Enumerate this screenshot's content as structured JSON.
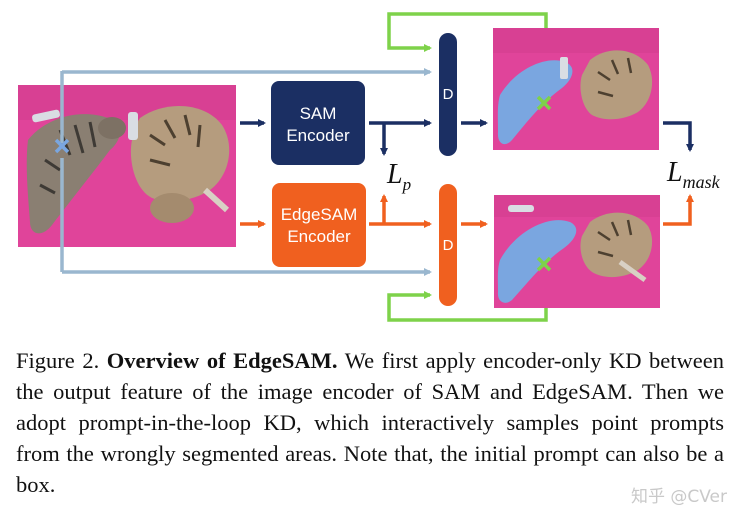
{
  "diagram": {
    "sam_encoder": {
      "line1": "SAM",
      "line2": "Encoder"
    },
    "edgesam_encoder": {
      "line1": "EdgeSAM",
      "line2": "Encoder"
    },
    "decoder_label": "D",
    "loss_p": {
      "main": "L",
      "sub": "p"
    },
    "loss_mask": {
      "main": "L",
      "sub": "mask"
    },
    "colors": {
      "sam_navy": "#1b2f63",
      "edgesam_orange": "#f0601f",
      "prompt_blue": "#9ab7cf",
      "loop_green": "#7ed24a",
      "magenta_bg": "#e0449a",
      "mask_blue": "#7aa6e0"
    }
  },
  "caption": {
    "label": "Figure 2.",
    "title": "Overview of EdgeSAM.",
    "text": "We first apply encoder-only KD between the output feature of the image encoder of SAM and EdgeSAM. Then we adopt prompt-in-the-loop KD, which interactively samples point prompts from the wrongly segmented areas. Note that, the initial prompt can also be a box."
  },
  "watermark": "知乎 @CVer"
}
